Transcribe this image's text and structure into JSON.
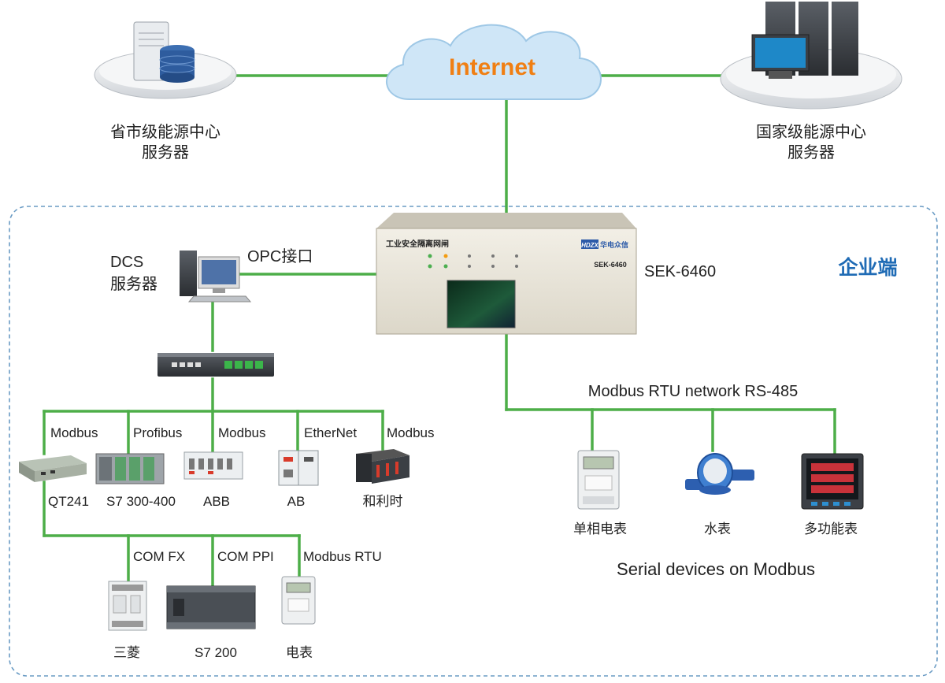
{
  "colors": {
    "link": "#4dae48",
    "zone_border": "#6a9bc4",
    "zone_label": "#1f6bb5",
    "internet_label": "#f07f13",
    "cloud": "#cfe6f7"
  },
  "internet": {
    "label": "Internet"
  },
  "servers": {
    "provincial": {
      "line1": "省市级能源中心",
      "line2": "服务器"
    },
    "national": {
      "line1": "国家级能源中心",
      "line2": "服务器"
    }
  },
  "zone": {
    "label": "企业端"
  },
  "gateway": {
    "model": "SEK-6460",
    "front_title": "工业安全隔离网闸",
    "front_brand": "华电众信",
    "front_logo": "HDZX",
    "front_model": "SEK-6460"
  },
  "dcs": {
    "line1": "DCS",
    "line2": "服务器",
    "opc": "OPC接口"
  },
  "plant_buses": [
    "Modbus",
    "Profibus",
    "Modbus",
    "EtherNet",
    "Modbus"
  ],
  "plant_devices": [
    "QT241",
    "S7 300-400",
    "ABB",
    "AB",
    "和利时"
  ],
  "sub_buses": [
    "COM FX",
    "COM PPI",
    "Modbus RTU"
  ],
  "sub_devices": [
    "三菱",
    "S7 200",
    "电表"
  ],
  "rtu": {
    "network": "Modbus RTU network RS-485",
    "caption": "Serial devices on Modbus"
  },
  "serial_devices": [
    "单相电表",
    "水表",
    "多功能表"
  ]
}
